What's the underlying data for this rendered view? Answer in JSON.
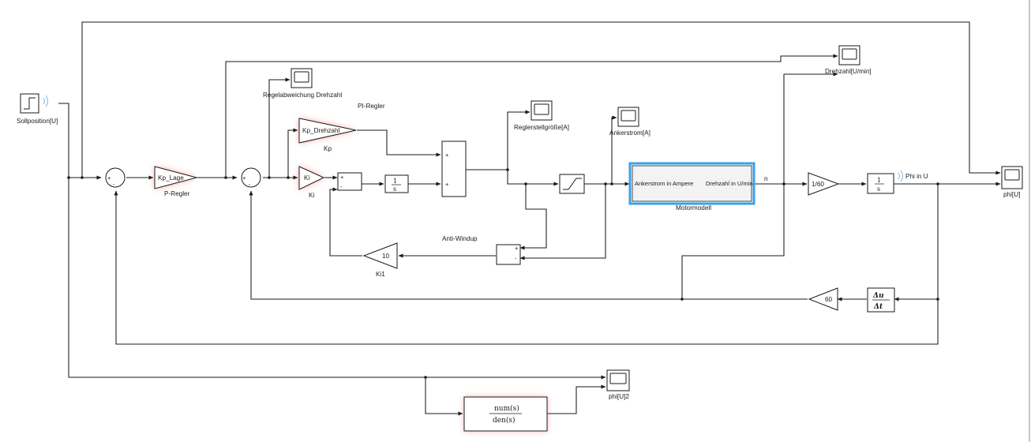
{
  "blocks": {
    "sollposition": "Sollposition[U]",
    "kp_lage": "Kp_Lage",
    "p_regler": "P-Regler",
    "regelabweichung": "Regelabweichung Drehzahl",
    "pi_regler": "PI-Regler",
    "kp_drehzahl": "Kp_Drehzahl",
    "kp": "Kp",
    "ki": "Ki",
    "reglerstellgroesse": "Reglerstellgröße[A]",
    "ankerstrom": "Ankerstrom[A]",
    "motor_in": "Ankerstrom in Ampere",
    "motor_out": "Drehzahl in U/min",
    "motormodell": "Motormodell",
    "n": "n",
    "drehzahl": "Drehzahl[U/min]",
    "gain_1_60": "1/60",
    "phi_in_u": "Phi in U",
    "phi": "phi[U]",
    "anti_windup": "Anti-Windup",
    "gain_10": "10",
    "ki1": "Ki1",
    "gain_60": "60",
    "tf_num": "num(s)",
    "tf_den": "den(s)",
    "phi2": "phi[U]2"
  },
  "colors": {
    "highlight_glow": "#ff6b6b",
    "selection_border": "#3aa0e8",
    "signal_icon": "#7fb4e0"
  }
}
